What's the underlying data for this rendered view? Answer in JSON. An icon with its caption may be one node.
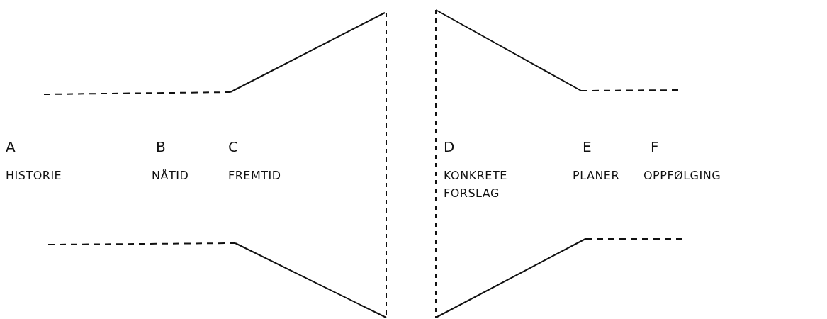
{
  "diagram": {
    "labels": [
      "A",
      "HISTORIE",
      "B",
      "NÅTID",
      "C",
      "FREMTID",
      "D",
      "KONKRETE FORSLAG",
      "E",
      "PLANER",
      "F",
      "OPPFØLGING"
    ]
  }
}
